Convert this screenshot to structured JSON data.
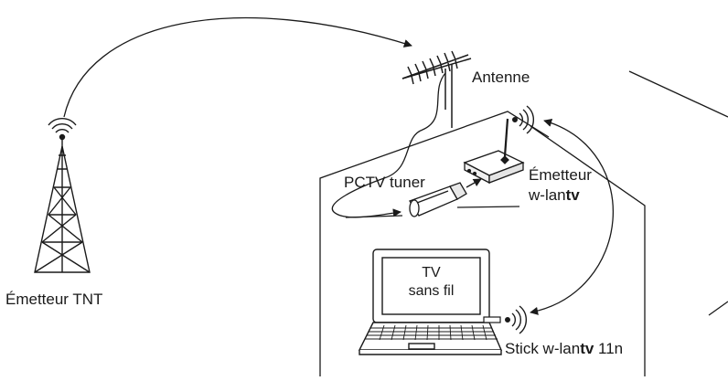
{
  "labels": {
    "antenna": "Antenne",
    "tnt_transmitter": "Émetteur TNT",
    "pctv_tuner": "PCTV tuner",
    "wlan_transmitter_line1": "Émetteur",
    "wlan_transmitter_line2_prefix": "w-lan",
    "wlan_transmitter_line2_bold": "tv",
    "stick_prefix": "Stick w-lan",
    "stick_bold": "tv",
    "stick_suffix": " 11n",
    "screen_line1": "TV",
    "screen_line2": "sans fil"
  },
  "colors": {
    "ink": "#1a1a1a",
    "background": "#ffffff"
  }
}
